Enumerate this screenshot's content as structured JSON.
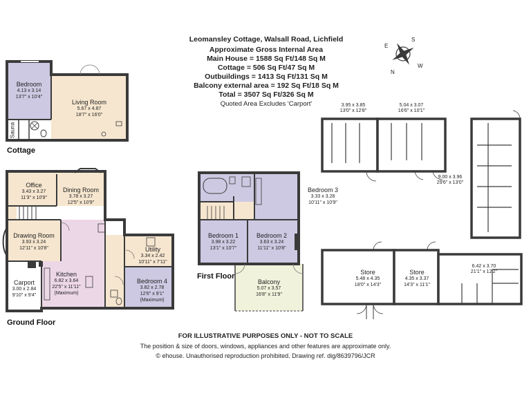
{
  "header": {
    "title": "Leomansley Cottage, Walsall Road, Lichfield",
    "area_heading": "Approximate Gross Internal Area",
    "main_house": "Main House = 1588 Sq Ft/148 Sq M",
    "cottage": "Cottage = 506 Sq Ft/47 Sq M",
    "outbuildings": "Outbuildings = 1413 Sq Ft/131 Sq M",
    "balcony": "Balcony external area = 192 Sq Ft/18 Sq M",
    "total": "Total = 3507 Sq Ft/326 Sq M",
    "note": "Quoted Area Excludes 'Carport'"
  },
  "compass": {
    "s": "S",
    "e": "E",
    "n": "N",
    "w": "W"
  },
  "floors": {
    "cottage": "Cottage",
    "ground": "Ground Floor",
    "first": "First Floor"
  },
  "rooms": {
    "cottage_bedroom": {
      "name": "Bedroom",
      "metric": "4.13 x 3.14",
      "imperial": "13'7\" x 10'4\""
    },
    "living_room": {
      "name": "Living Room",
      "metric": "5.67 x 4.87",
      "imperial": "18'7\" x 16'0\""
    },
    "sauna": {
      "name": "Sauna"
    },
    "office": {
      "name": "Office",
      "metric": "3.43 x 3.27",
      "imperial": "11'3\" x 10'9\""
    },
    "dining_room": {
      "name": "Dining Room",
      "metric": "3.78 x 3.27",
      "imperial": "12'5\" x 10'9\""
    },
    "drawing_room": {
      "name": "Drawing Room",
      "metric": "3.93 x 3.24",
      "imperial": "12'11\" x 10'8\""
    },
    "kitchen": {
      "name": "Kitchen",
      "metric": "6.82 x 3.64",
      "imperial": "22'5\" x 11'11\"",
      "note": "(Maximum)"
    },
    "carport": {
      "name": "Carport",
      "metric": "3.00 x 2.84",
      "imperial": "9'10\" x 9'4\""
    },
    "utility": {
      "name": "Utility",
      "metric": "3.34 x 2.42",
      "imperial": "10'11\" x 7'11\""
    },
    "bedroom4": {
      "name": "Bedroom 4",
      "metric": "3.82 x 2.78",
      "imperial": "12'6\" x 9'1\"",
      "note": "(Maximum)"
    },
    "bedroom3": {
      "name": "Bedroom 3",
      "metric": "3.33 x 3.28",
      "imperial": "10'11\" x 10'9\""
    },
    "bedroom1": {
      "name": "Bedroom 1",
      "metric": "3.98 x 3.22",
      "imperial": "13'1\" x 10'7\""
    },
    "bedroom2": {
      "name": "Bedroom 2",
      "metric": "3.63 x 3.24",
      "imperial": "11'11\" x 10'8\""
    },
    "balcony": {
      "name": "Balcony",
      "metric": "5.07 x 3.57",
      "imperial": "16'8\" x 11'9\""
    },
    "out1": {
      "metric": "3.95 x 3.85",
      "imperial": "13'0\" x 12'8\""
    },
    "out2": {
      "metric": "5.04 x 3.07",
      "imperial": "16'6\" x 10'1\""
    },
    "out3": {
      "metric": "9.00 x 3.96",
      "imperial": "29'6\" x 13'0\""
    },
    "store1": {
      "name": "Store",
      "metric": "5.48 x 4.35",
      "imperial": "18'0\" x 14'3\""
    },
    "store2": {
      "name": "Store",
      "metric": "4.35 x 3.37",
      "imperial": "14'3\" x 11'1\""
    },
    "out6": {
      "metric": "6.42 x 3.70",
      "imperial": "21'1\" x 12'2\""
    }
  },
  "footer": {
    "disclaimer": "FOR ILLUSTRATIVE PURPOSES ONLY - NOT TO SCALE",
    "position_note": "The position & size of doors, windows, appliances and other features are approximate only.",
    "copyright": "© ehouse. Unauthorised reproduction prohibited. Drawing ref. dig/8639796/JCR"
  },
  "colors": {
    "wall": "#3a3a3a",
    "bedroom": "#cdc9e2",
    "living": "#f6e6cf",
    "kitchen": "#ecd7e7",
    "balcony": "#f1f2dc",
    "outbuilding": "#ffffff"
  }
}
